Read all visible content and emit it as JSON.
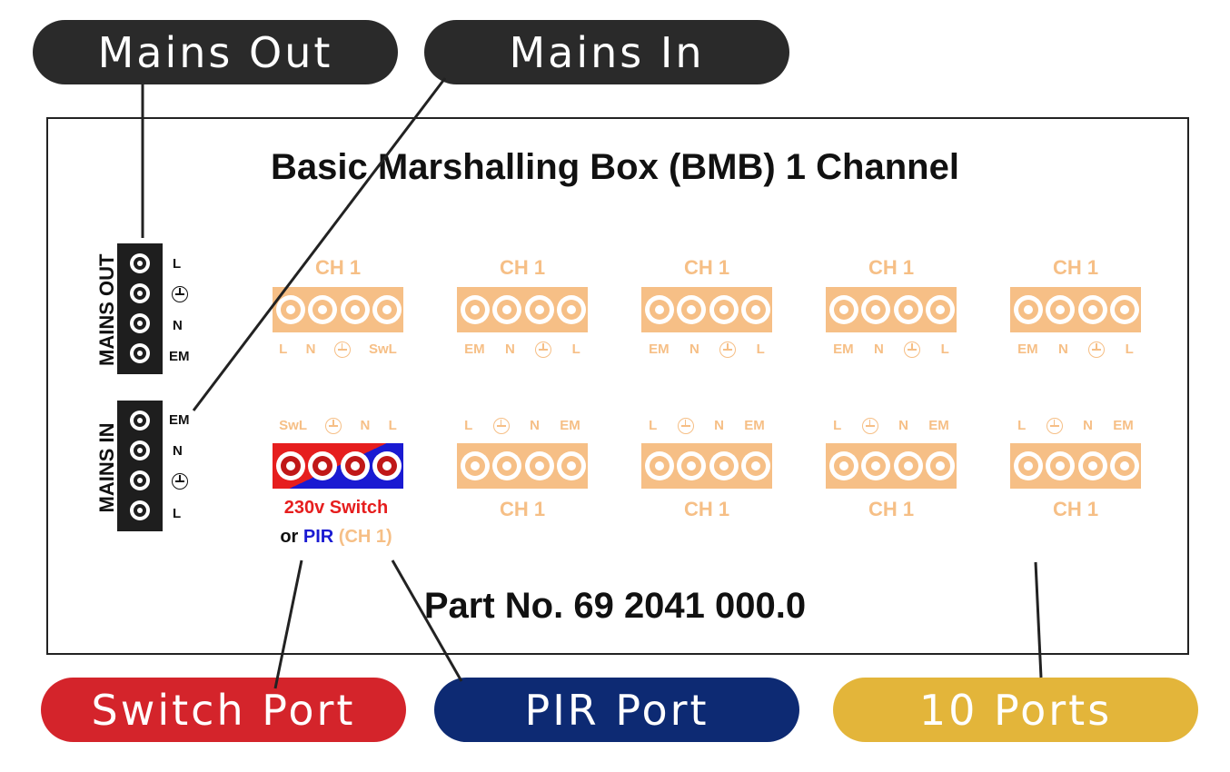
{
  "callouts": {
    "mains_out": "Mains Out",
    "mains_in": "Mains In",
    "switch_port": "Switch Port",
    "pir_port": "PIR Port",
    "ports": "10 Ports"
  },
  "colors": {
    "callout_dark": "#2a2a2a",
    "switch_red": "#d4242b",
    "pir_blue": "#0d2a73",
    "ports_gold": "#e3b53a",
    "connector_orange": "#f6bf86"
  },
  "board": {
    "title": "Basic Marshalling Box (BMB) 1 Channel",
    "part_number": "Part No. 69 2041 000.0",
    "mains_out_label": "MAINS OUT",
    "mains_in_label": "MAINS IN",
    "mains_out_pins": [
      "L",
      "earth-icon",
      "N",
      "EM"
    ],
    "mains_in_pins": [
      "EM",
      "N",
      "earth-icon",
      "L"
    ]
  },
  "channel_label": "CH 1",
  "top_row_first_pins": [
    "L",
    "N",
    "earth-icon",
    "SwL"
  ],
  "top_row_pins": [
    "EM",
    "N",
    "earth-icon",
    "L"
  ],
  "bottom_row_first_pins": [
    "SwL",
    "earth-icon",
    "N",
    "L"
  ],
  "bottom_row_pins": [
    "L",
    "earth-icon",
    "N",
    "EM"
  ],
  "switch_port_text": {
    "line1": "230v Switch",
    "or": "or",
    "pir": "PIR",
    "ch": "(CH 1)"
  }
}
